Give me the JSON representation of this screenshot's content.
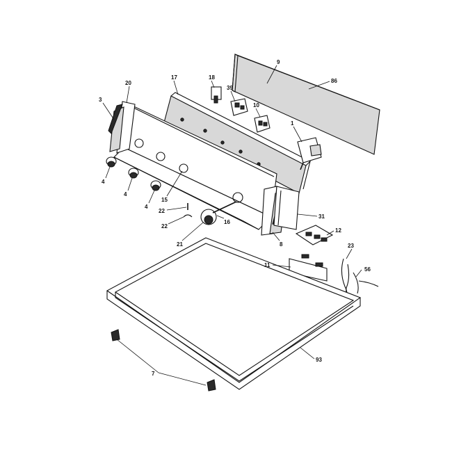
{
  "diagram": {
    "callouts": [
      {
        "id": "c9",
        "text": "9"
      },
      {
        "id": "c86",
        "text": "86"
      },
      {
        "id": "c17",
        "text": "17"
      },
      {
        "id": "c18",
        "text": "18"
      },
      {
        "id": "c39",
        "text": "39"
      },
      {
        "id": "c10",
        "text": "10"
      },
      {
        "id": "c1",
        "text": "1"
      },
      {
        "id": "c20",
        "text": "20"
      },
      {
        "id": "c3",
        "text": "3"
      },
      {
        "id": "c4a",
        "text": "4"
      },
      {
        "id": "c4b",
        "text": "4"
      },
      {
        "id": "c4c",
        "text": "4"
      },
      {
        "id": "c15",
        "text": "15"
      },
      {
        "id": "c22a",
        "text": "22"
      },
      {
        "id": "c22b",
        "text": "22"
      },
      {
        "id": "c16",
        "text": "16"
      },
      {
        "id": "c21",
        "text": "21"
      },
      {
        "id": "c8",
        "text": "8"
      },
      {
        "id": "c31",
        "text": "31"
      },
      {
        "id": "c12",
        "text": "12"
      },
      {
        "id": "c23",
        "text": "23"
      },
      {
        "id": "c11",
        "text": "11"
      },
      {
        "id": "c56",
        "text": "56"
      },
      {
        "id": "c93",
        "text": "93"
      },
      {
        "id": "c7",
        "text": "7"
      }
    ]
  }
}
